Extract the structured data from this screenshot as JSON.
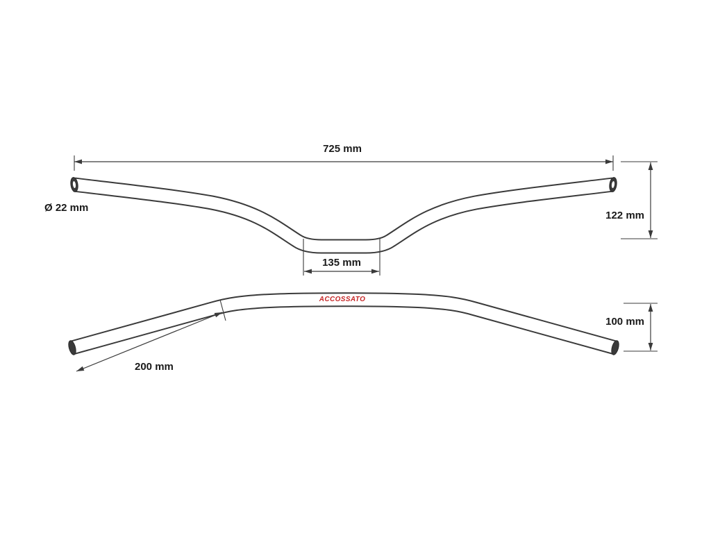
{
  "diagram": {
    "subject": "motorcycle-handlebar-technical-drawing",
    "brand": "ACCOSSATO",
    "dimensions": {
      "overall_width": "725 mm",
      "grip_diameter": "Ø 22 mm",
      "rise": "122 mm",
      "clamp_width": "135 mm",
      "pullback": "100 mm",
      "grip_length": "200 mm"
    },
    "colors": {
      "line": "#3a3a3a",
      "text": "#1a1a1a",
      "brand_red": "#c62828",
      "background": "#ffffff"
    }
  }
}
